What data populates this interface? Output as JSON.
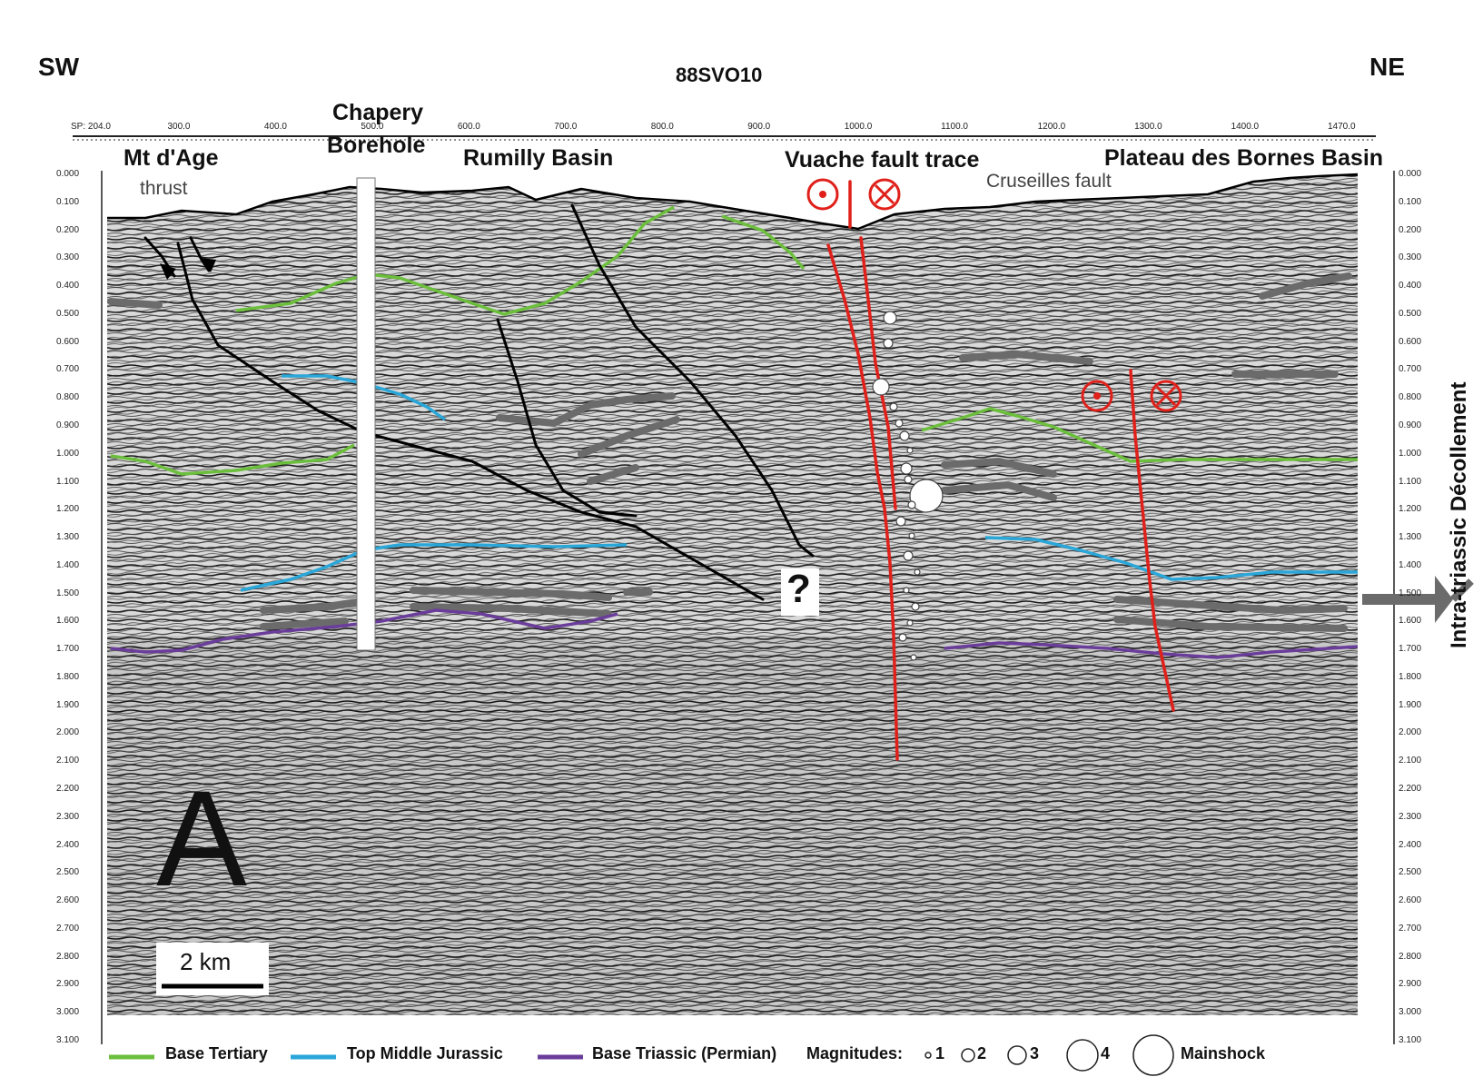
{
  "header": {
    "left_direction": "SW",
    "title": "88SVO10",
    "right_direction": "NE"
  },
  "locations": {
    "mt_dage": "Mt d'Age",
    "mt_dage_sub": "thrust",
    "chapery": "Chapery",
    "borehole": "Borehole",
    "rumilly": "Rumilly Basin",
    "vuache": "Vuache fault trace",
    "cruseilles": "Cruseilles fault",
    "plateau": "Plateau des Bornes Basin"
  },
  "annotations": {
    "question_mark": "?",
    "panel_letter": "A",
    "scale_bar": "2 km",
    "side_label": "Intra-triassic Décollement"
  },
  "sp_axis": [
    "SP: 204.0",
    "300.0",
    "400.0",
    "500.0",
    "600.0",
    "700.0",
    "800.0",
    "900.0",
    "1000.0",
    "1100.0",
    "1200.0",
    "1300.0",
    "1400.0",
    "1470.0"
  ],
  "time_axis": [
    "0.000",
    "0.100",
    "0.200",
    "0.300",
    "0.400",
    "0.500",
    "0.600",
    "0.700",
    "0.800",
    "0.900",
    "1.000",
    "1.100",
    "1.200",
    "1.300",
    "1.400",
    "1.500",
    "1.600",
    "1.700",
    "1.800",
    "1.900",
    "2.000",
    "2.100",
    "2.200",
    "2.300",
    "2.400",
    "2.500",
    "2.600",
    "2.700",
    "2.800",
    "2.900",
    "3.000",
    "3.100"
  ],
  "legend": {
    "base_tertiary": "Base Tertiary",
    "top_middle_jurassic": "Top Middle Jurassic",
    "base_triassic": "Base Triassic (Permian)",
    "magnitudes_label": "Magnitudes:",
    "mag_1": "1",
    "mag_2": "2",
    "mag_3": "3",
    "mag_4": "4",
    "mainshock": "Mainshock"
  },
  "colors": {
    "base_tertiary": "#6cbf3c",
    "top_middle_jurassic": "#2aa7d8",
    "base_triassic": "#6a3d9a",
    "fault_red": "#e0201a",
    "thrust_black": "#000000",
    "reflector_grey": "#6b6b6b"
  }
}
